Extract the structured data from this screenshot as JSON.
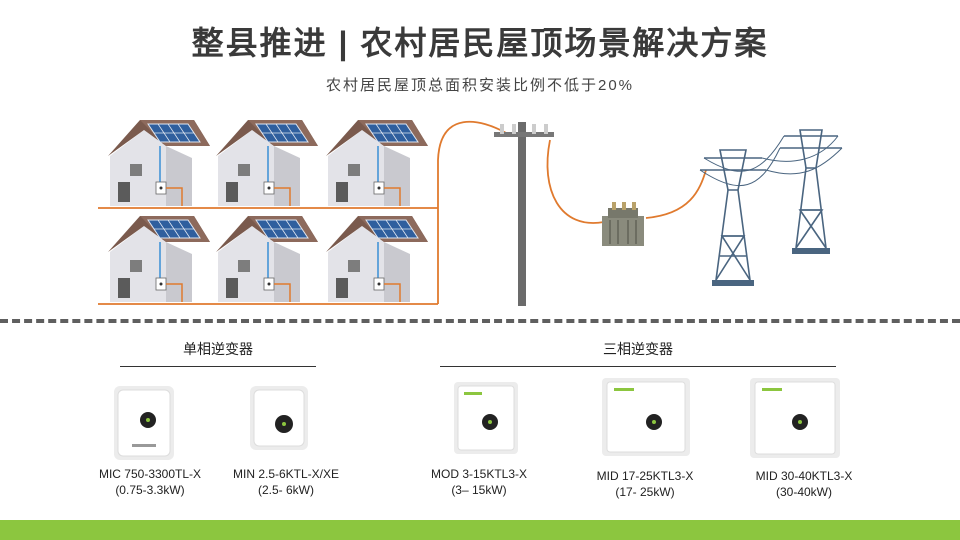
{
  "header": {
    "title": "整县推进 | 农村居民屋顶场景解决方案",
    "subtitle": "农村居民屋顶总面积安装比例不低于20%"
  },
  "groups": {
    "single_phase": "单相逆变器",
    "three_phase": "三相逆变器"
  },
  "inverters": [
    {
      "model": "MIC 750-3300TL-X",
      "range": "(0.75-3.3kW)"
    },
    {
      "model": "MIN 2.5-6KTL-X/XE",
      "range": "(2.5- 6kW)"
    },
    {
      "model": "MOD  3-15KTL3-X",
      "range": "(3– 15kW)"
    },
    {
      "model": "MID 17-25KTL3-X",
      "range": "(17- 25kW)"
    },
    {
      "model": "MID 30-40KTL3-X",
      "range": "(30-40kW)"
    }
  ],
  "colors": {
    "cable": "#e07a2e",
    "wall": "#e3e3e8",
    "roof": "#7a5a4d",
    "panel": "#2f5f9e",
    "tower": "#4a6580",
    "footer": "#8cc63f"
  }
}
